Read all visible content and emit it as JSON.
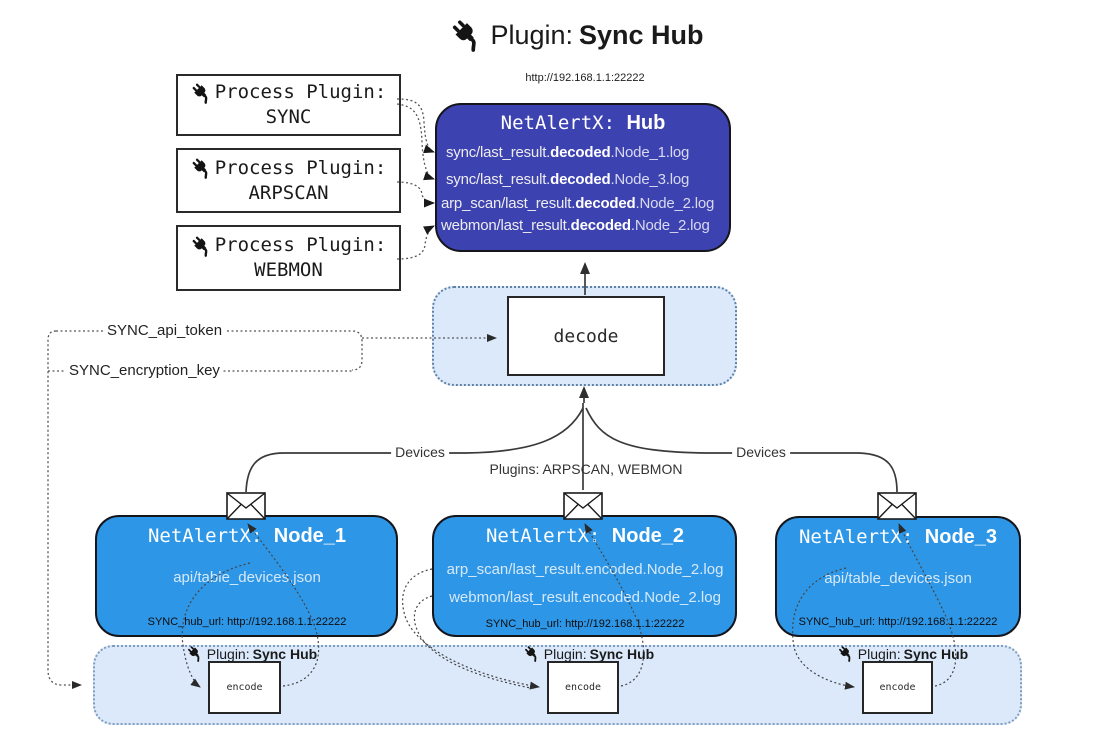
{
  "title": {
    "prefix": "Plugin:",
    "name": "Sync Hub"
  },
  "process_plugins": [
    {
      "label": "Process Plugin:",
      "name": "SYNC"
    },
    {
      "label": "Process Plugin:",
      "name": "ARPSCAN"
    },
    {
      "label": "Process Plugin:",
      "name": "WEBMON"
    }
  ],
  "hub": {
    "url": "http://192.168.1.1:22222",
    "title_prefix": "NetAlertX:",
    "title_name": "Hub",
    "logs": [
      {
        "pre": "sync/last_result.",
        "bold": "decoded",
        "post": ".Node_1.log"
      },
      {
        "pre": "sync/last_result.",
        "bold": "decoded",
        "post": ".Node_3.log"
      },
      {
        "pre": "arp_scan/last_result.",
        "bold": "decoded",
        "post": ".Node_2.log"
      },
      {
        "pre": "webmon/last_result.",
        "bold": "decoded",
        "post": ".Node_2.log"
      }
    ]
  },
  "decode": {
    "label": "decode"
  },
  "tokens": {
    "api_token": "SYNC_api_token",
    "encryption_key": "SYNC_encryption_key"
  },
  "edge_labels": {
    "devices_left": "Devices",
    "devices_right": "Devices",
    "plugins": "Plugins: ARPSCAN, WEBMON"
  },
  "nodes": [
    {
      "title_prefix": "NetAlertX:",
      "title_name": "Node_1",
      "files": [
        "api/table_devices.json"
      ],
      "hub_url": "SYNC_hub_url: http://192.168.1.1:22222"
    },
    {
      "title_prefix": "NetAlertX:",
      "title_name": "Node_2",
      "files": [
        "arp_scan/last_result.encoded.Node_2.log",
        "webmon/last_result.encoded.Node_2.log"
      ],
      "hub_url": "SYNC_hub_url: http://192.168.1.1:22222"
    },
    {
      "title_prefix": "NetAlertX:",
      "title_name": "Node_3",
      "files": [
        "api/table_devices.json"
      ],
      "hub_url": "SYNC_hub_url: http://192.168.1.1:22222"
    }
  ],
  "encoder": {
    "plugin_prefix": "Plugin:",
    "plugin_name": "Sync Hub",
    "label": "encode"
  },
  "colors": {
    "hub_fill": "#3d42b1",
    "node_fill": "#2e96e6",
    "panel_fill": "#dbe9fb",
    "panel_border": "#5f82a8",
    "solid_line": "#3a3a3a",
    "dotted_line": "#555555",
    "hub_text": "#ededed",
    "node_text": "#d6e9fb"
  }
}
